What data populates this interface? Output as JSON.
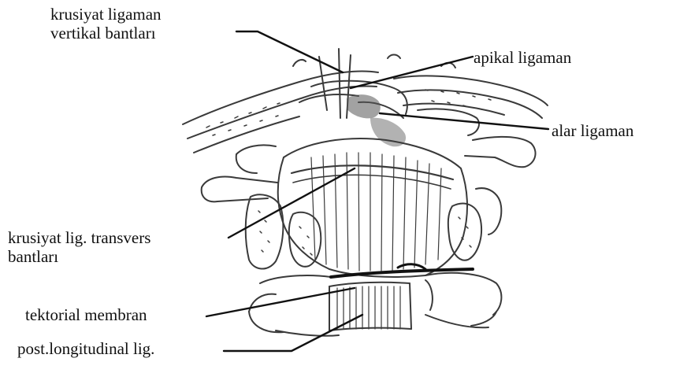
{
  "labels": {
    "krusiyat_vertical": {
      "line1": "krusiyat ligaman",
      "line2": "vertikal bantları"
    },
    "apikal": "apikal ligaman",
    "alar": "alar ligaman",
    "krusiyat_transvers": {
      "line1": "krusiyat lig. transvers",
      "line2": "bantları"
    },
    "tektorial": "tektorial membran",
    "post_longitudinal": "post.longitudinal lig."
  },
  "colors": {
    "ink": "#111111",
    "sketch": "#3a3a3a",
    "shade": "#555555",
    "background": "#ffffff"
  }
}
